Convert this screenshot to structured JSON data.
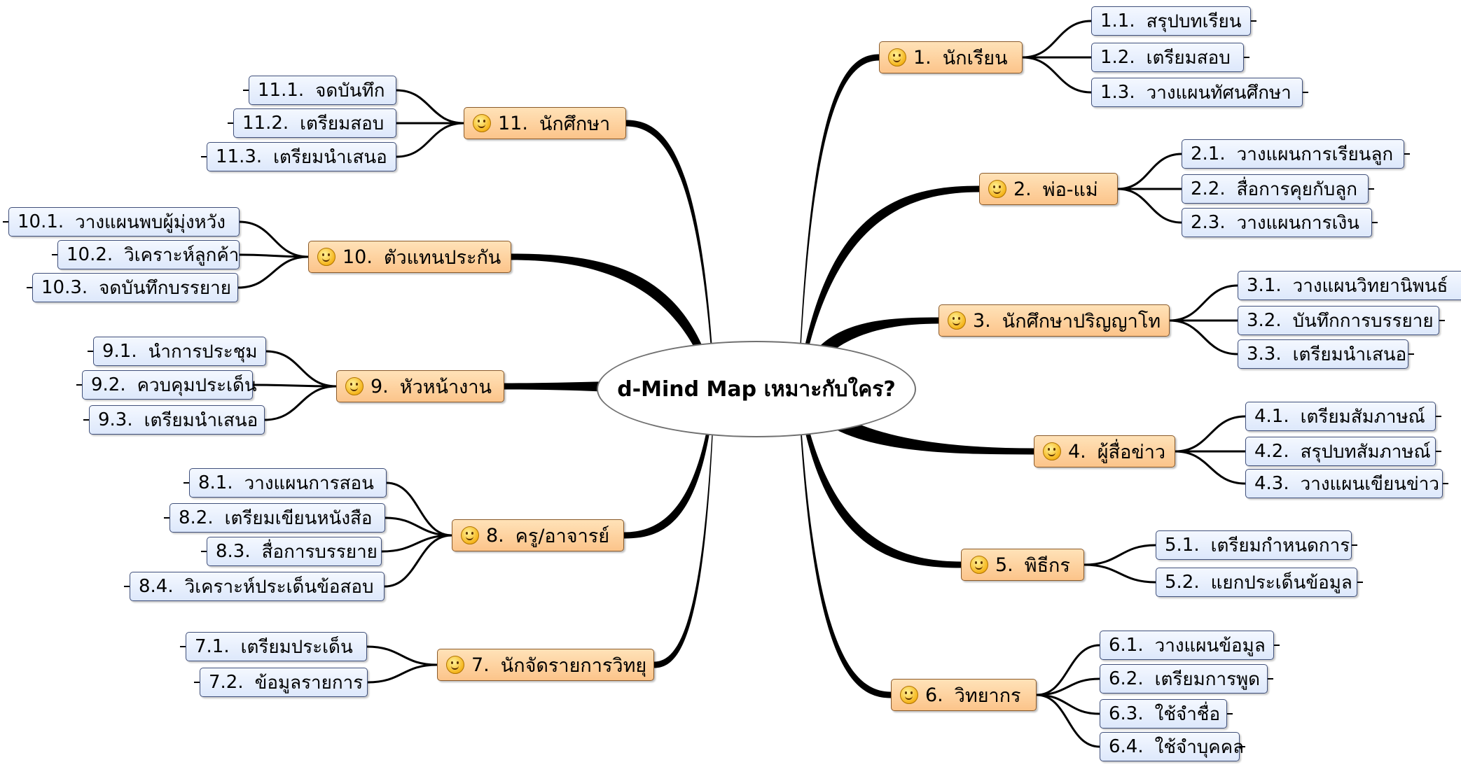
{
  "center": "d-Mind  Map เหมาะกับใคร?",
  "branches": [
    {
      "num": "1.",
      "label": "นักเรียน",
      "subs": [
        {
          "num": "1.1.",
          "label": "สรุปบทเรียน"
        },
        {
          "num": "1.2.",
          "label": "เตรียมสอบ"
        },
        {
          "num": "1.3.",
          "label": "วางแผนทัศนศึกษา"
        }
      ]
    },
    {
      "num": "2.",
      "label": "พ่อ-แม่",
      "subs": [
        {
          "num": "2.1.",
          "label": "วางแผนการเรียนลูก"
        },
        {
          "num": "2.2.",
          "label": "สื่อการคุยกับลูก"
        },
        {
          "num": "2.3.",
          "label": "วางแผนการเงิน"
        }
      ]
    },
    {
      "num": "3.",
      "label": "นักศึกษาปริญญาโท",
      "subs": [
        {
          "num": "3.1.",
          "label": "วางแผนวิทยานิพนธ์"
        },
        {
          "num": "3.2.",
          "label": "บันทึกการบรรยาย"
        },
        {
          "num": "3.3.",
          "label": "เตรียมนำเสนอ"
        }
      ]
    },
    {
      "num": "4.",
      "label": "ผู้สื่อข่าว",
      "subs": [
        {
          "num": "4.1.",
          "label": "เตรียมสัมภาษณ์"
        },
        {
          "num": "4.2.",
          "label": "สรุปบทสัมภาษณ์"
        },
        {
          "num": "4.3.",
          "label": "วางแผนเขียนข่าว"
        }
      ]
    },
    {
      "num": "5.",
      "label": "พิธีกร",
      "subs": [
        {
          "num": "5.1.",
          "label": "เตรียมกำหนดการ"
        },
        {
          "num": "5.2.",
          "label": "แยกประเด็นข้อมูล"
        }
      ]
    },
    {
      "num": "6.",
      "label": "วิทยากร",
      "subs": [
        {
          "num": "6.1.",
          "label": "วางแผนข้อมูล"
        },
        {
          "num": "6.2.",
          "label": "เตรียมการพูด"
        },
        {
          "num": "6.3.",
          "label": "ใช้จำชื่อ"
        },
        {
          "num": "6.4.",
          "label": "ใช้จำบุคคล"
        }
      ]
    },
    {
      "num": "7.",
      "label": "นักจัดรายการวิทยุ",
      "subs": [
        {
          "num": "7.1.",
          "label": "เตรียมประเด็น"
        },
        {
          "num": "7.2.",
          "label": "ข้อมูลรายการ"
        }
      ]
    },
    {
      "num": "8.",
      "label": "ครู/อาจารย์",
      "subs": [
        {
          "num": "8.1.",
          "label": "วางแผนการสอน"
        },
        {
          "num": "8.2.",
          "label": "เตรียมเขียนหนังสือ"
        },
        {
          "num": "8.3.",
          "label": "สื่อการบรรยาย"
        },
        {
          "num": "8.4.",
          "label": "วิเคราะห์ประเด็นข้อสอบ"
        }
      ]
    },
    {
      "num": "9.",
      "label": "หัวหน้างาน",
      "subs": [
        {
          "num": "9.1.",
          "label": "นำการประชุม"
        },
        {
          "num": "9.2.",
          "label": "ควบคุมประเด็น"
        },
        {
          "num": "9.3.",
          "label": "เตรียมนำเสนอ"
        }
      ]
    },
    {
      "num": "10.",
      "label": "ตัวแทนประกัน",
      "subs": [
        {
          "num": "10.1.",
          "label": "วางแผนพบผู้มุ่งหวัง"
        },
        {
          "num": "10.2.",
          "label": "วิเคราะห์ลูกค้า"
        },
        {
          "num": "10.3.",
          "label": "จดบันทึกบรรยาย"
        }
      ]
    },
    {
      "num": "11.",
      "label": "นักศึกษา",
      "subs": [
        {
          "num": "11.1.",
          "label": "จดบันทึก"
        },
        {
          "num": "11.2.",
          "label": "เตรียมสอบ"
        },
        {
          "num": "11.3.",
          "label": "เตรียมนำเสนอ"
        }
      ]
    }
  ]
}
